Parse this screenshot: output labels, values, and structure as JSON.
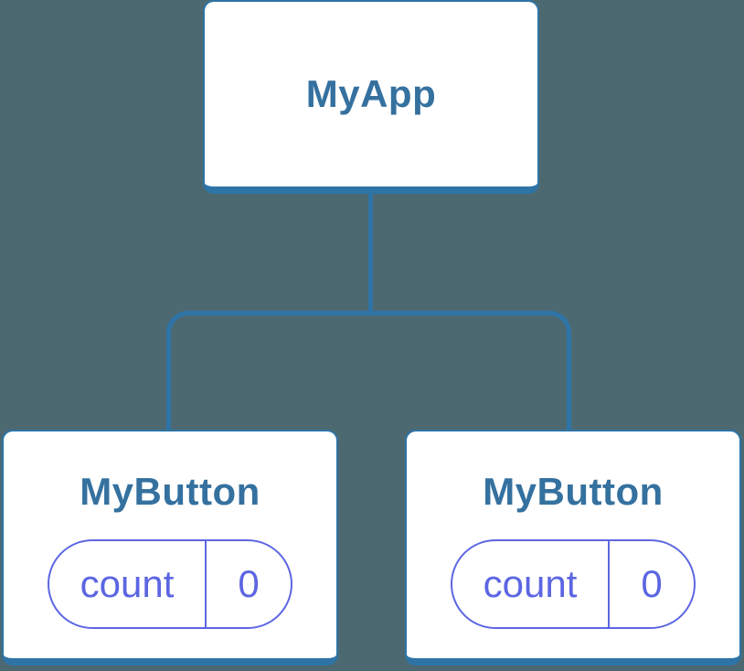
{
  "colors": {
    "background": "#4c6972",
    "node_border": "#2e74a7",
    "node_bg": "#ffffff",
    "heading_text": "#35719f",
    "state_accent": "#5c66e2"
  },
  "tree": {
    "root": {
      "label": "MyApp"
    },
    "children": [
      {
        "label": "MyButton",
        "state": {
          "key": "count",
          "value": "0"
        }
      },
      {
        "label": "MyButton",
        "state": {
          "key": "count",
          "value": "0"
        }
      }
    ]
  }
}
